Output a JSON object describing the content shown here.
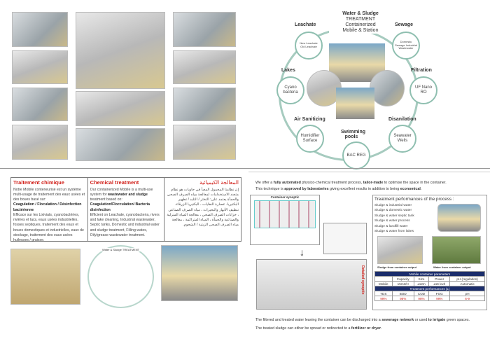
{
  "diagram": {
    "title": [
      "Water & Sludge",
      "TREATMENT",
      "Containerized",
      "Mobile & Station"
    ],
    "nodes": [
      {
        "label": "Leachate",
        "content": "New Leachate Old Leachate"
      },
      {
        "label": "Sewage",
        "content": "Domestic Sewage Industrial Wastewater"
      },
      {
        "label": "Lakes",
        "content": "Cyano bacteria"
      },
      {
        "label": "Filtration",
        "content": "UF Nano RO"
      },
      {
        "label": "Air Sanitizing",
        "content": "Humidifier Surface"
      },
      {
        "label": "Disanilation",
        "content": "Seawater Wells"
      },
      {
        "label": "Swimming pools",
        "content": "BAC REG"
      }
    ]
  },
  "treatment": {
    "fr": {
      "title": "Traitement chimique",
      "p1": "Notre Mobile conteneurisé est un système multi-usage de traitement des eaux usées et des boues basé sur:",
      "bold": "Coagulation / Floculation / Désinfection bactérienne",
      "p2": "Efficace sur les Lixiviats, cyanobactéries, rivières et lacs, eaux usées industrielles, fosses septiques, traitement des eaux et boues domestiques et industrielles, eaux de stockage, traitement des eaux usées huileuses / graisse."
    },
    "en": {
      "title": "Chemical treatment",
      "p1a": "Our containerized Mobile is a multi-use system for ",
      "p1b": "wastewater and sludge",
      "p1c": " treatment based on:",
      "bold": "Coagulation/Flocculation/ Bacteria disinfection",
      "p2": "Efficient on Leachate, cyanobacteria, rivers and lake cleaning, Industrial wastewater, Septic tanks, Domestic and industrial water and sludge treatment, Filling wates, Oily/grease wastewater treatment."
    },
    "ar": {
      "title": "المعالجة الكيميائية",
      "p": "إن نظامنا المحمول المعبأ في حاويات هو نظام متعدد الاستخدامات لمعالجة مياه الصرف الصحي والحمأة يعتمد على: التخثر / التلبد / تطهير البكتيريا. عصارة النفايات ، البكتيريا الزرقاء، تنظيف الأنهار والبحيرات ، مياه الصرف الصناعي ، خزانات الصرف الصحي ، معالجة المياه المنزلية والصناعية والحمأة ، المياه المتراكمة ، معالجة مياه الصرف الصحي الزيتية / الشحوم."
    }
  },
  "intro": {
    "l1a": "We offer a ",
    "l1b": "fully automated",
    "l1c": " physico-chemical treatment process, ",
    "l1d": "tailor-made",
    "l1e": " to optimise the space in the container.",
    "l2a": "This technique is ",
    "l2b": "approved by laboratories",
    "l2c": " giving excellent results in addition to being ",
    "l2d": "economical",
    "l2e": "."
  },
  "synoptic": {
    "title": "Container synoptic",
    "detailed": "Detailed synoptic"
  },
  "performances": {
    "title": "Treatment performances of the process :",
    "items": [
      "Sludge & industrial water",
      "Sludge & domestic water",
      "Sludge & water septic tank",
      "Sludge & water process",
      "Sludge & landfill water",
      "Sludge & water from lakes"
    ],
    "captions": [
      "Sludge from container output",
      "Water from container output"
    ],
    "params_title": "Mobile container parameters",
    "params_head": [
      "",
      "Capacity",
      "Size",
      "Power",
      "pH (regulation)"
    ],
    "params_row": [
      "Mobile",
      "15m3/H",
      "±12m",
      "±16 kwh",
      "Automatic"
    ],
    "perf_title": "Treatment performances (±)",
    "perf_head": [
      "TDS",
      "BOD",
      "COD",
      "FOG",
      "pH"
    ],
    "perf_row": [
      "99%",
      "98%",
      "98%",
      "99%",
      "6-9"
    ]
  },
  "notes": {
    "n1a": "The filtered and treated water leaving the container can be discharged into a ",
    "n1b": "sewerage network",
    "n1c": " or used ",
    "n1d": "to irrigate",
    "n1e": " green spaces.",
    "n2a": "The treated sludge can either be spread or redirected to a ",
    "n2b": "fertilizer or dryer",
    "n2c": "."
  },
  "mini_diagram": {
    "title": "Water & Sludge TREATMENT"
  }
}
